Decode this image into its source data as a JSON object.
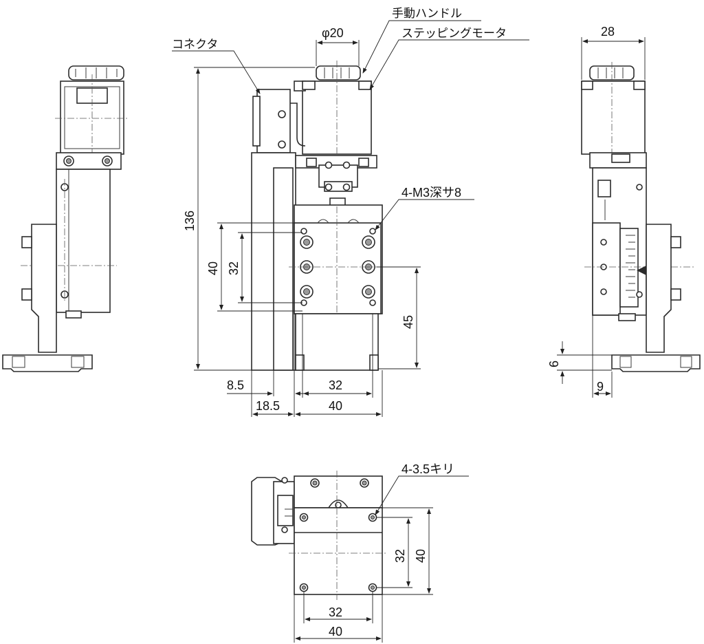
{
  "labels": {
    "manual_handle": "手動ハンドル",
    "stepping_motor": "ステッピングモータ",
    "connector": "コネクタ",
    "tapped_holes": "4-M3深サ8",
    "through_holes": "4-3.5キリ"
  },
  "dimensions": {
    "phi20": "φ20",
    "d28": "28",
    "d136": "136",
    "d40_front_v": "40",
    "d32_front_v": "32",
    "d45": "45",
    "d8_5": "8.5",
    "d18_5": "18.5",
    "d32_front_h": "32",
    "d40_front_h": "40",
    "d6": "6",
    "d9": "9",
    "d32_top_v": "32",
    "d40_top_v": "40",
    "d32_top_h": "32",
    "d40_top_h": "40"
  }
}
